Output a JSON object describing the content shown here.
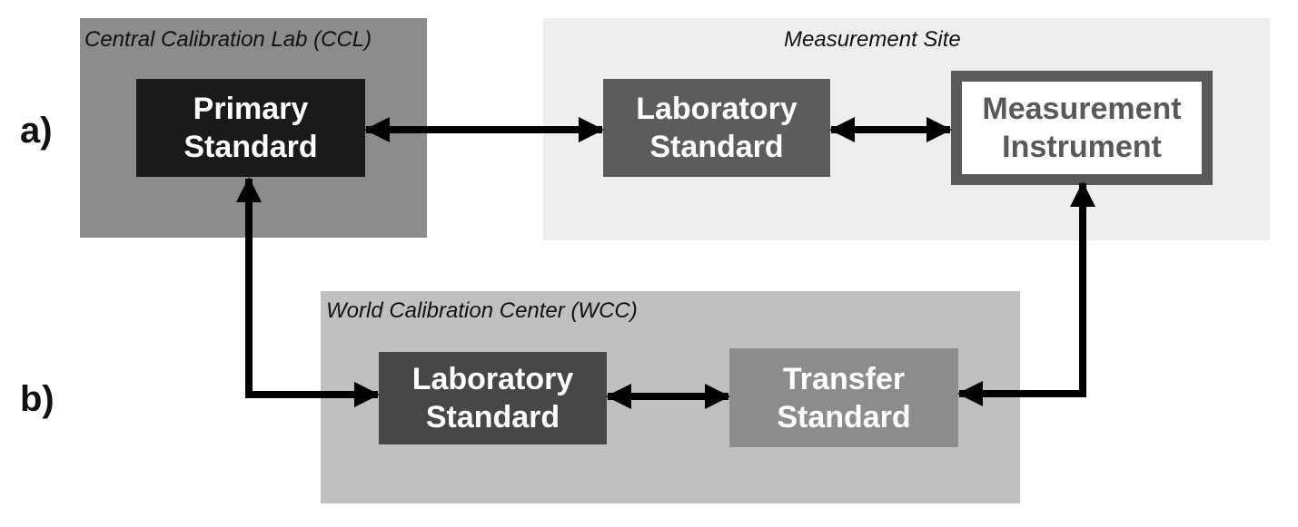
{
  "regions": {
    "ccl": {
      "title": "Central Calibration Lab (CCL)",
      "color": "#8c8c8c"
    },
    "site": {
      "title": "Measurement Site",
      "color": "#eeeeee"
    },
    "wcc": {
      "title": "World Calibration Center (WCC)",
      "color": "#c0c0c0"
    }
  },
  "nodes": {
    "primary_standard": {
      "line1": "Primary",
      "line2": "Standard",
      "fill": "#1a1a1a",
      "text_color": "#ffffff"
    },
    "lab_standard_site": {
      "line1": "Laboratory",
      "line2": "Standard",
      "fill": "#5c5c5c",
      "text_color": "#ffffff"
    },
    "measurement_instrument": {
      "line1": "Measurement",
      "line2": "Instrument",
      "fill": "#ffffff",
      "border_color": "#595959",
      "text_color": "#595959"
    },
    "lab_standard_wcc": {
      "line1": "Laboratory",
      "line2": "Standard",
      "fill": "#474747",
      "text_color": "#ffffff"
    },
    "transfer_standard": {
      "line1": "Transfer",
      "line2": "Standard",
      "fill": "#8c8c8c",
      "text_color": "#ffffff"
    }
  },
  "row_labels": {
    "a": "a)",
    "b": "b)"
  },
  "arrow_color": "#000000"
}
